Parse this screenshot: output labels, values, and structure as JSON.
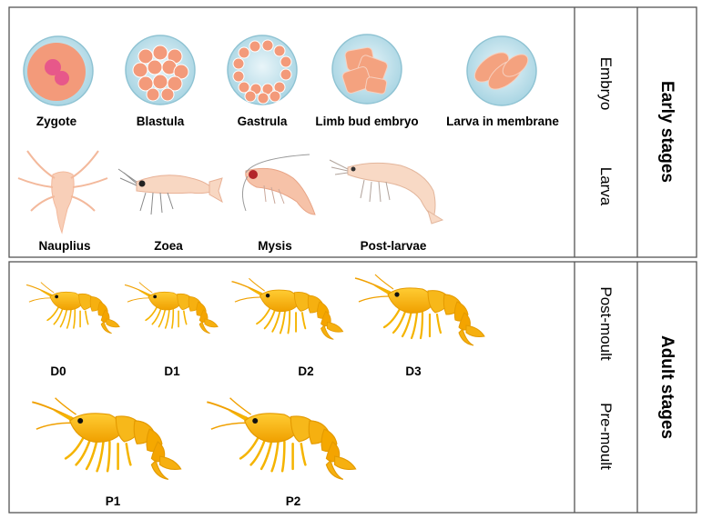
{
  "embryo_stages": [
    {
      "label": "Zygote"
    },
    {
      "label": "Blastula"
    },
    {
      "label": "Gastrula"
    },
    {
      "label": "Limb bud embryo"
    },
    {
      "label": "Larva in membrane"
    }
  ],
  "larva_stages": [
    {
      "label": "Nauplius"
    },
    {
      "label": "Zoea"
    },
    {
      "label": "Mysis"
    },
    {
      "label": "Post-larvae"
    }
  ],
  "moult_stages_row1": [
    {
      "label": "D0"
    },
    {
      "label": "D1"
    },
    {
      "label": "D2"
    },
    {
      "label": "D3"
    }
  ],
  "moult_stages_row2": [
    {
      "label": "P1"
    },
    {
      "label": "P2"
    }
  ],
  "side_labels": {
    "embryo": "Embryo",
    "larva": "Larva",
    "post_moult": "Post-moult",
    "pre_moult": "Pre-moult"
  },
  "group_labels": {
    "early": "Early stages",
    "adult": "Adult stages"
  },
  "colors": {
    "cell_fill": "#f28c6e",
    "cell_membrane": "#bfe0ea",
    "shrimp_body": "#f6b21c",
    "larva_tint": "#f8cfb8",
    "frame": "#555555"
  }
}
